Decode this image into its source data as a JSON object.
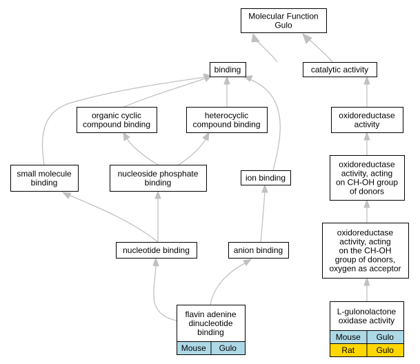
{
  "colors": {
    "mouse": "#add8e6",
    "rat": "#ffd700",
    "edge": "#c0c0c0"
  },
  "nodes": {
    "mf": [
      "Molecular Function",
      "Gulo"
    ],
    "binding": [
      "binding"
    ],
    "catalytic": [
      "catalytic activity"
    ],
    "organic": [
      "organic cyclic",
      "compound binding"
    ],
    "heterocyclic": [
      "heterocyclic",
      "compound binding"
    ],
    "oxidoreductase": [
      "oxidoreductase",
      "activity"
    ],
    "small_molecule": [
      "small molecule",
      "binding"
    ],
    "nucleoside": [
      "nucleoside phosphate",
      "binding"
    ],
    "ion": [
      "ion binding"
    ],
    "ox_chOH": [
      "oxidoreductase",
      "activity, acting",
      "on CH-OH group",
      "of donors"
    ],
    "ox_oxygen": [
      "oxidoreductase",
      "activity, acting",
      "on the CH-OH",
      "group of donors,",
      "oxygen as acceptor"
    ],
    "nucleotide": [
      "nucleotide binding"
    ],
    "anion": [
      "anion binding"
    ],
    "fad": [
      "flavin adenine",
      "dinucleotide",
      "binding"
    ],
    "gulono": [
      "L-gulonolactone",
      "oxidase activity"
    ]
  },
  "annotations": {
    "fad": [
      {
        "species": "Mouse",
        "gene": "Gulo"
      }
    ],
    "gulono": [
      {
        "species": "Mouse",
        "gene": "Gulo"
      },
      {
        "species": "Rat",
        "gene": "Gulo"
      }
    ]
  }
}
